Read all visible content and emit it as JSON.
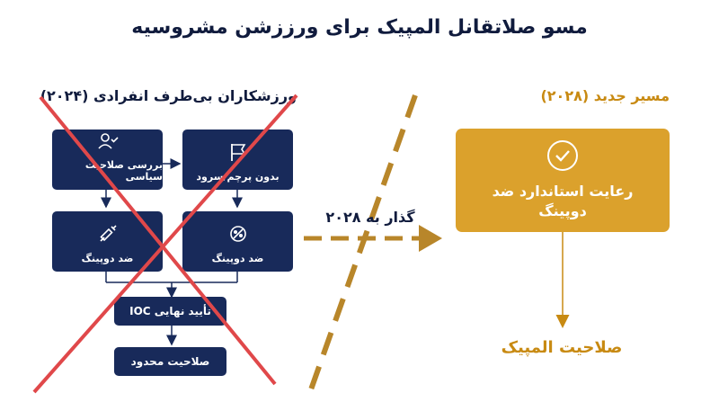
{
  "title": "مسو صلاتقانل المپیک برای ورززشن مشروسیه",
  "left_panel": {
    "heading": "ورزشکاران بی‌طرف انفرادی (۲۰۲۴)",
    "boxes": [
      {
        "label": "بررسی صلاحیت سیاسی",
        "icon": "user-check-icon"
      },
      {
        "label": "بدون پرچم/سرود",
        "icon": "flag-icon"
      },
      {
        "label": "ضد دوپینگ",
        "icon": "syringe-icon"
      },
      {
        "label": "ضد دوپینگ",
        "icon": "pill-icon"
      }
    ],
    "final_approval": "تأیید نهایی IOC",
    "limited_eligibility": "صلاحیت محدود",
    "crossed_out": true
  },
  "transition": {
    "label": "گذار به ۲۰۲۸"
  },
  "right_panel": {
    "heading": "مسیر جدید (۲۰۲۸)",
    "box": {
      "label": "رعایت استاندارد ضد دوپینگ",
      "icon": "check-circle-icon"
    },
    "result": "صلاحیت المپیک"
  },
  "colors": {
    "navy": "#182a5a",
    "gold": "#dba12c",
    "gold_text": "#c88a12",
    "red_x": "#e0484a",
    "dashed": "#b8862a"
  }
}
